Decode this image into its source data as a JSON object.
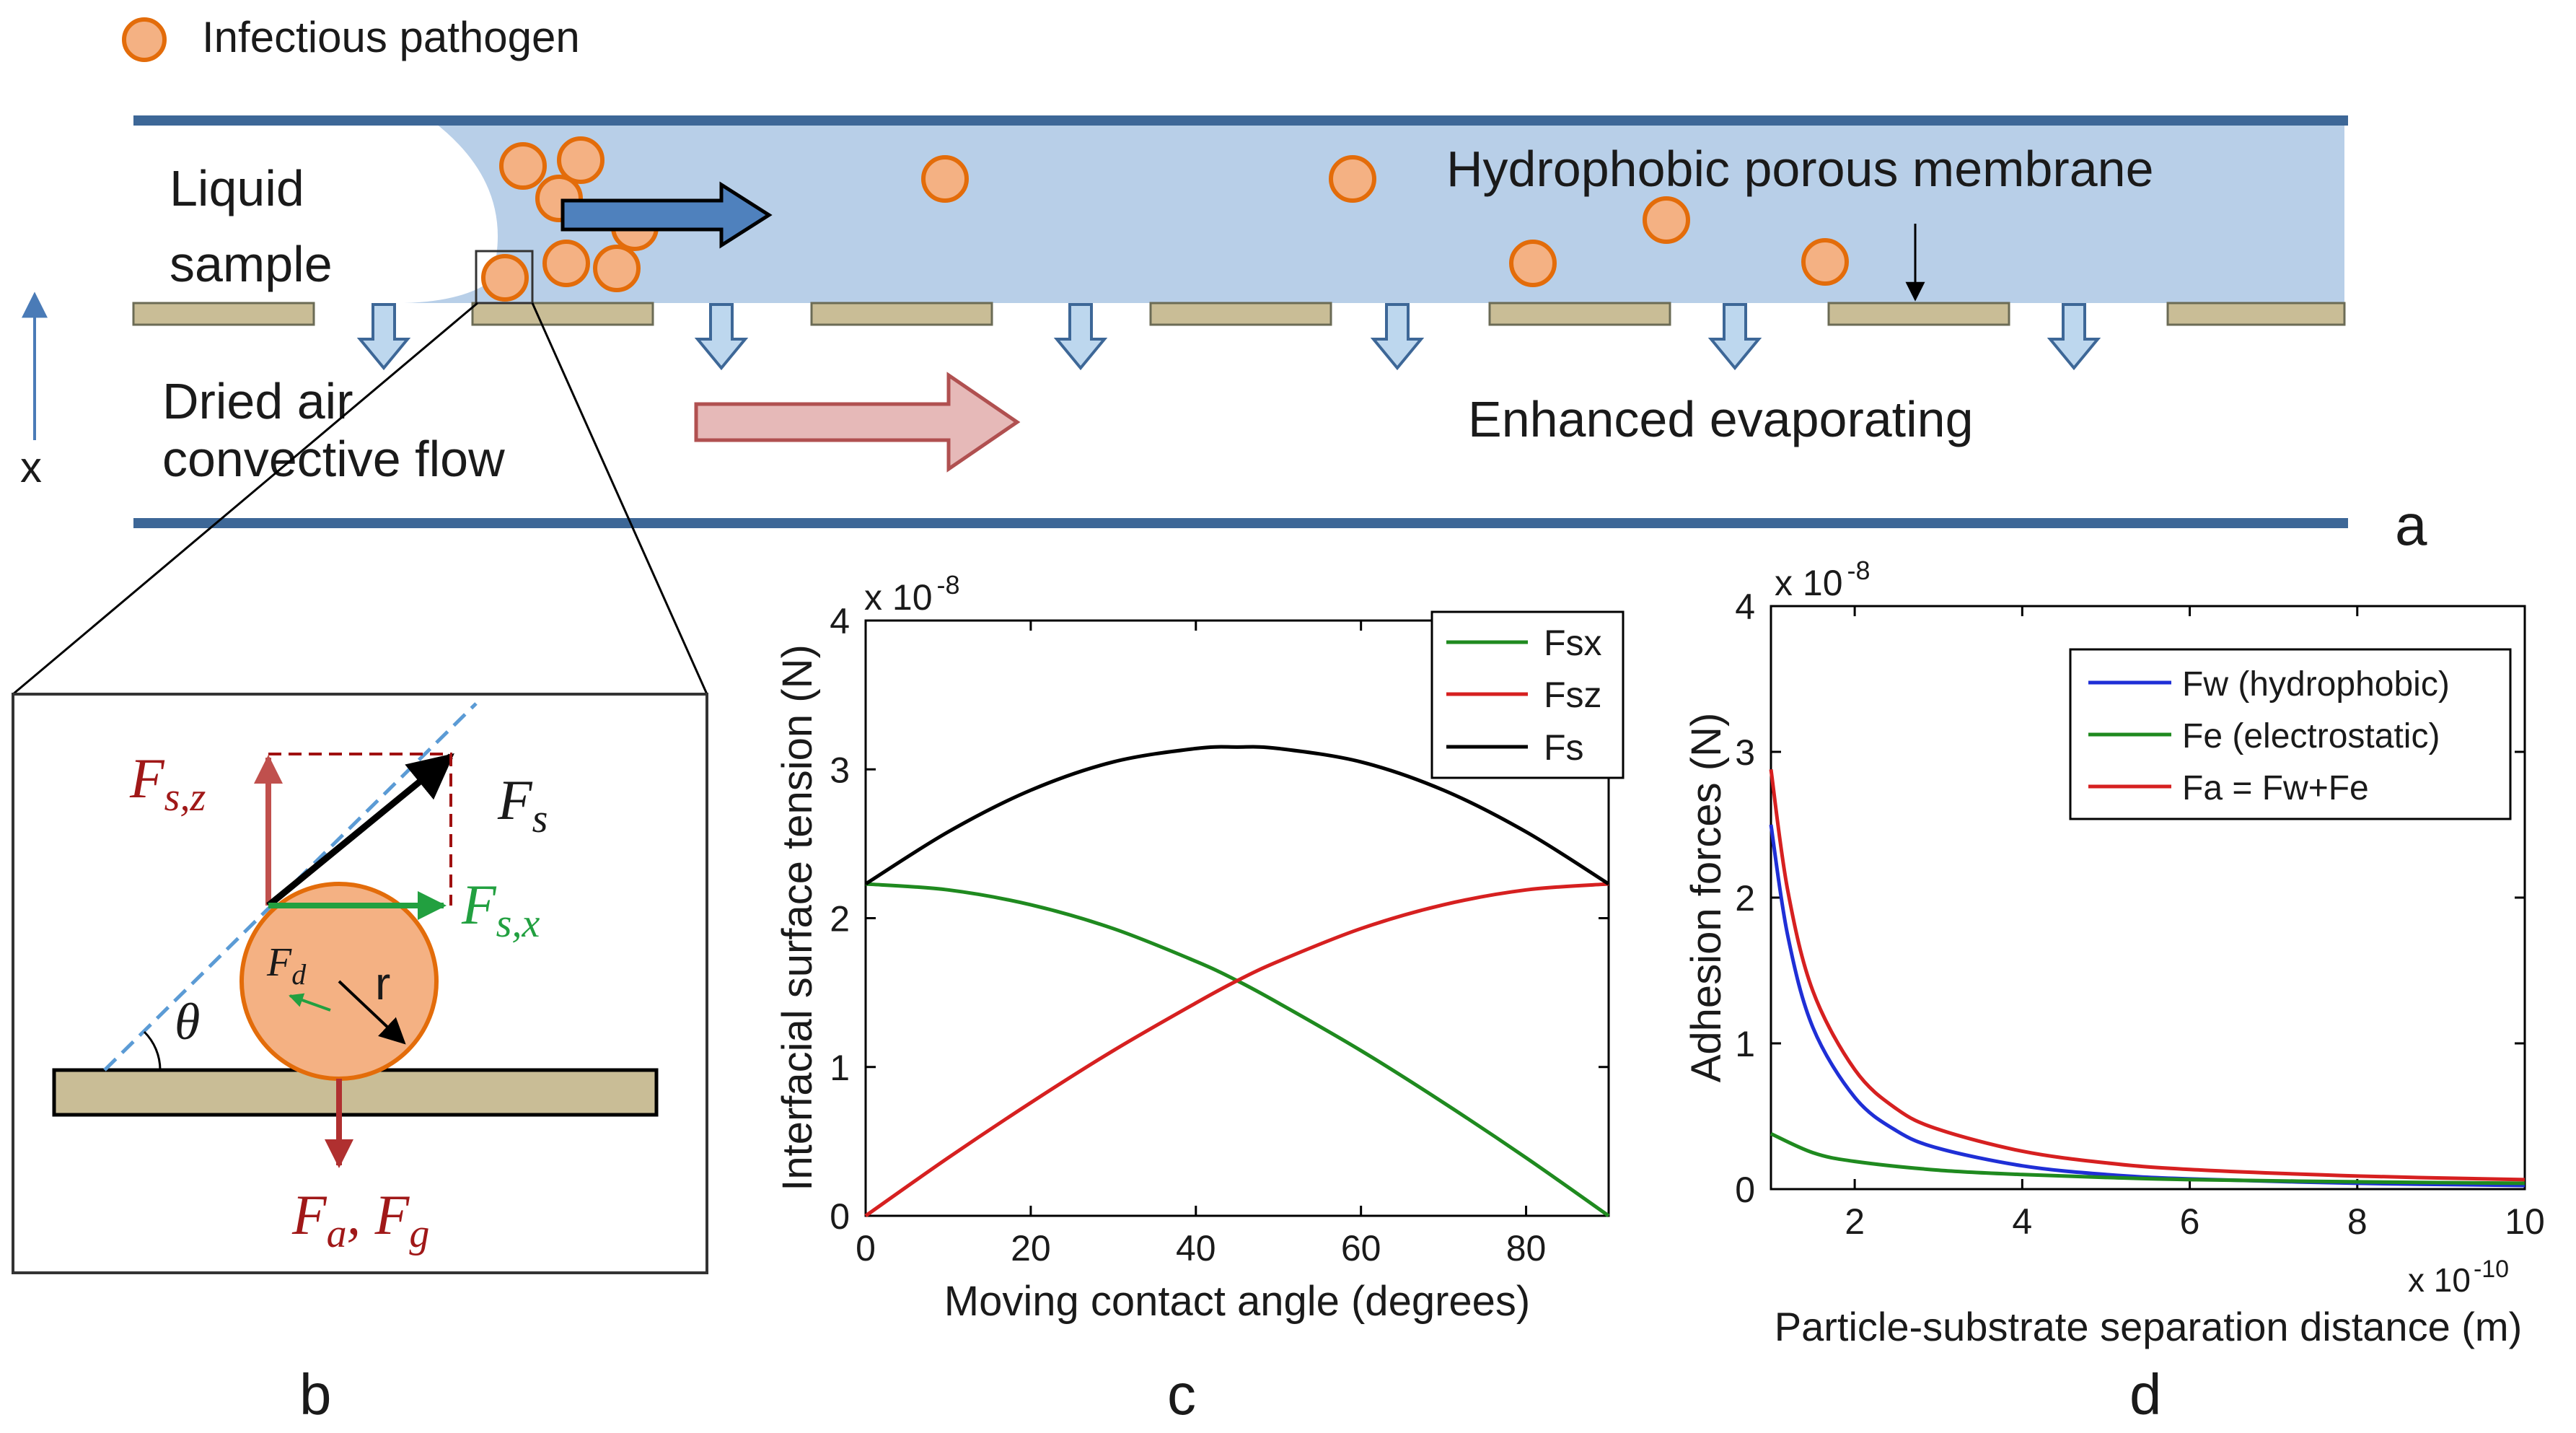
{
  "panel_a": {
    "legend_label": "Infectious pathogen",
    "liquid_line1": "Liquid",
    "liquid_line2": "sample",
    "membrane_label": "Hydrophobic porous membrane",
    "air_line1": "Dried air",
    "air_line2": "convective flow",
    "evap_label": "Enhanced evaporating",
    "axis_label": "x",
    "panel_letter": "a",
    "colors": {
      "channel": "#b8cfe8",
      "wall": "#3d6797",
      "particle": "#f4b183",
      "particle_edge": "#e36c0a",
      "membrane": "#c9bd96"
    }
  },
  "panel_b": {
    "fsz": "F",
    "fsz_sub": "s,z",
    "fs": "F",
    "fs_sub": "s",
    "fsx": "F",
    "fsx_sub": "s,x",
    "fd": "F",
    "fd_sub": "d",
    "r": "r",
    "theta": "θ",
    "fa": "F",
    "fa_sub": "a",
    "fa_sep": ", ",
    "fg": "F",
    "fg_sub": "g",
    "panel_letter": "b"
  },
  "panel_c": {
    "panel_letter": "c",
    "chart_data": {
      "type": "line",
      "xlabel": "Moving contact angle (degrees)",
      "ylabel": "Interfacial surface tension (N)",
      "y_multiplier": "x 10",
      "y_exponent": "-8",
      "xlim": [
        0,
        90
      ],
      "ylim": [
        0,
        4
      ],
      "xticks": [
        "0",
        "20",
        "40",
        "60",
        "80"
      ],
      "yticks": [
        "0",
        "1",
        "2",
        "3",
        "4"
      ],
      "legend_position": "top-right",
      "series": [
        {
          "name": "Fsx",
          "color": "#1f8a1f",
          "x": [
            0,
            10,
            20,
            30,
            40,
            45,
            50,
            60,
            70,
            80,
            90
          ],
          "y": [
            2.23,
            2.19,
            2.09,
            1.93,
            1.71,
            1.58,
            1.43,
            1.11,
            0.76,
            0.39,
            0.0
          ]
        },
        {
          "name": "Fsz",
          "color": "#d62020",
          "x": [
            0,
            10,
            20,
            30,
            40,
            45,
            50,
            60,
            70,
            80,
            90
          ],
          "y": [
            0.0,
            0.39,
            0.76,
            1.11,
            1.43,
            1.58,
            1.71,
            1.93,
            2.09,
            2.19,
            2.23
          ]
        },
        {
          "name": "Fs",
          "color": "#000000",
          "x": [
            0,
            10,
            20,
            30,
            40,
            45,
            50,
            60,
            70,
            80,
            90
          ],
          "y": [
            2.23,
            2.58,
            2.86,
            3.05,
            3.14,
            3.15,
            3.14,
            3.05,
            2.86,
            2.58,
            2.23
          ]
        }
      ]
    }
  },
  "panel_d": {
    "panel_letter": "d",
    "chart_data": {
      "type": "line",
      "xlabel": "Particle-substrate separation distance (m)",
      "ylabel": "Adhesion forces (N)",
      "y_multiplier": "x 10",
      "y_exponent": "-8",
      "x_multiplier": "x 10",
      "x_exponent": "-10",
      "xlim": [
        1,
        10
      ],
      "ylim": [
        0,
        4
      ],
      "xticks": [
        "2",
        "4",
        "6",
        "8",
        "10"
      ],
      "yticks": [
        "0",
        "1",
        "2",
        "3",
        "4"
      ],
      "legend_position": "top-right",
      "series": [
        {
          "name": "Fw (hydrophobic)",
          "color": "#1f2fd6",
          "x": [
            1.0,
            1.2,
            1.5,
            2.0,
            2.5,
            3.0,
            4.0,
            5.0,
            6.0,
            8.0,
            10.0
          ],
          "y": [
            2.5,
            1.74,
            1.11,
            0.63,
            0.4,
            0.28,
            0.16,
            0.1,
            0.07,
            0.04,
            0.025
          ]
        },
        {
          "name": "Fe (electrostatic)",
          "color": "#1f8a1f",
          "x": [
            1.0,
            1.5,
            2.0,
            3.0,
            4.0,
            5.0,
            6.0,
            8.0,
            10.0
          ],
          "y": [
            0.38,
            0.25,
            0.19,
            0.13,
            0.1,
            0.08,
            0.065,
            0.05,
            0.04
          ]
        },
        {
          "name": "Fa = Fw+Fe",
          "color": "#d62020",
          "x": [
            1.0,
            1.2,
            1.5,
            2.0,
            2.5,
            3.0,
            4.0,
            5.0,
            6.0,
            8.0,
            10.0
          ],
          "y": [
            2.88,
            2.05,
            1.36,
            0.82,
            0.55,
            0.41,
            0.26,
            0.18,
            0.135,
            0.09,
            0.065
          ]
        }
      ]
    }
  }
}
